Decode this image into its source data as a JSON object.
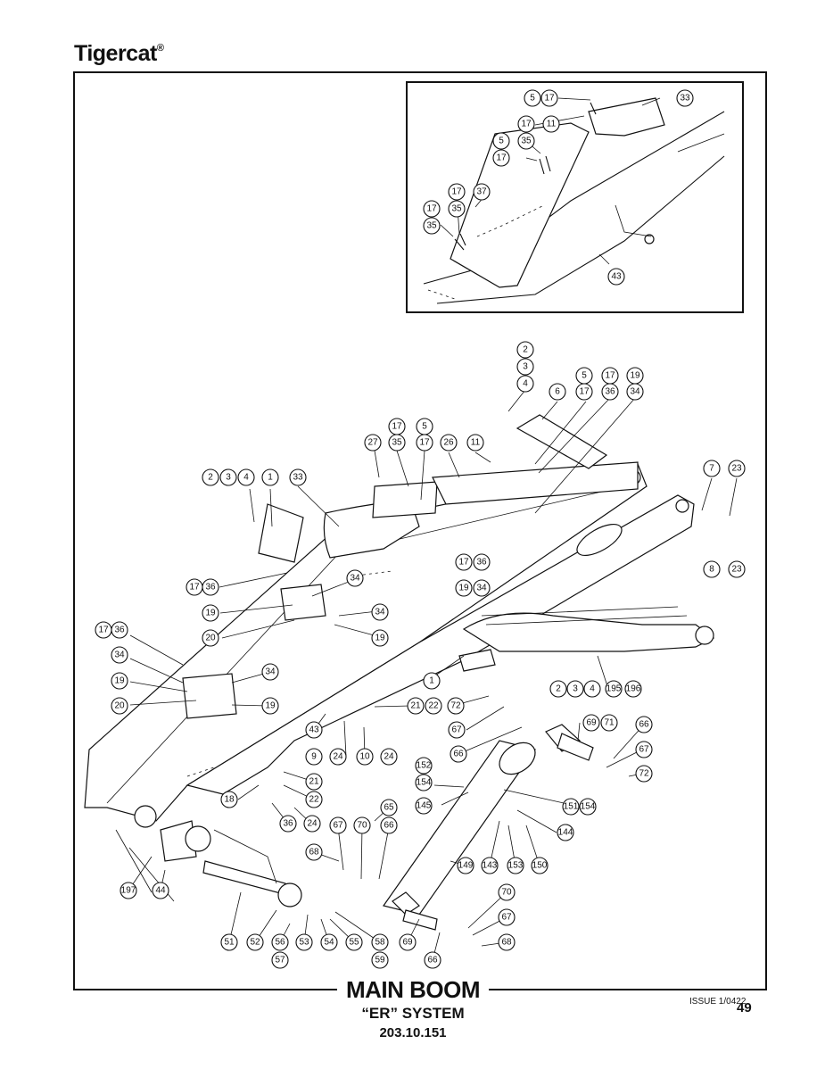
{
  "brand": "Tigercat",
  "brand_mark": "®",
  "title": "MAIN BOOM",
  "subtitle": "“ER” SYSTEM",
  "code": "203.10.151",
  "issue": "ISSUE 1/0422",
  "page_number": "49",
  "inset_callouts": [
    "5",
    "17",
    "33",
    "17",
    "11",
    "5",
    "35",
    "17",
    "17",
    "37",
    "17",
    "35",
    "35",
    "43"
  ],
  "main_callouts": [
    "2",
    "3",
    "4",
    "5",
    "17",
    "19",
    "6",
    "17",
    "36",
    "34",
    "17",
    "5",
    "27",
    "35",
    "17",
    "26",
    "11",
    "2",
    "3",
    "4",
    "1",
    "33",
    "7",
    "23",
    "8",
    "23",
    "17",
    "36",
    "17",
    "36",
    "19",
    "34",
    "34",
    "19",
    "34",
    "20",
    "19",
    "17",
    "36",
    "34",
    "19",
    "34",
    "20",
    "19",
    "1",
    "2",
    "3",
    "4",
    "195",
    "196",
    "72",
    "21",
    "22",
    "67",
    "43",
    "9",
    "24",
    "10",
    "24",
    "69",
    "71",
    "66",
    "66",
    "67",
    "152",
    "154",
    "72",
    "21",
    "22",
    "145",
    "151",
    "154",
    "18",
    "36",
    "24",
    "65",
    "144",
    "67",
    "70",
    "66",
    "68",
    "149",
    "143",
    "153",
    "150",
    "197",
    "44",
    "70",
    "67",
    "51",
    "52",
    "56",
    "57",
    "53",
    "54",
    "55",
    "58",
    "59",
    "69",
    "66",
    "68"
  ]
}
